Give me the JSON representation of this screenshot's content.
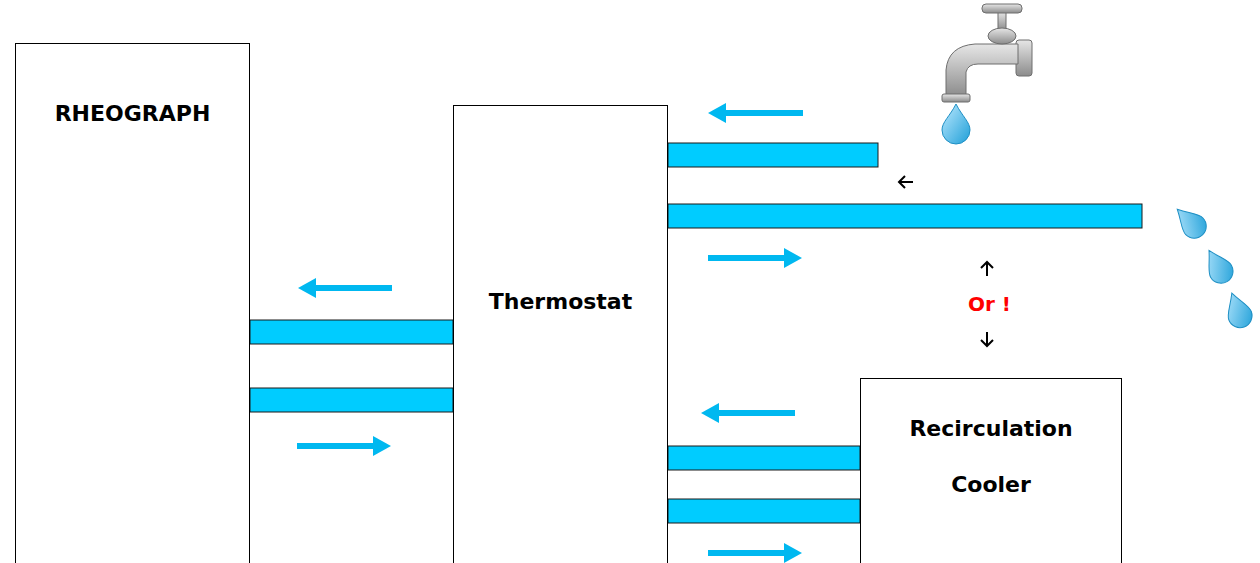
{
  "diagram": {
    "nodes": [
      {
        "text": [
          "RHEOGRAPH"
        ]
      },
      {
        "text": [
          "Thermostat"
        ]
      },
      {
        "text": [
          "Recirculation Cooler"
        ]
      }
    ],
    "edges": [
      {
        "from": 1,
        "to": 0,
        "arrow": "to"
      },
      {
        "from": 0,
        "to": 1,
        "arrow": "to"
      },
      {
        "from": 2,
        "to": 1,
        "arrow": "to"
      },
      {
        "from": 1,
        "to": 2,
        "arrow": "to"
      }
    ],
    "labels": [
      "Or !"
    ]
  }
}
